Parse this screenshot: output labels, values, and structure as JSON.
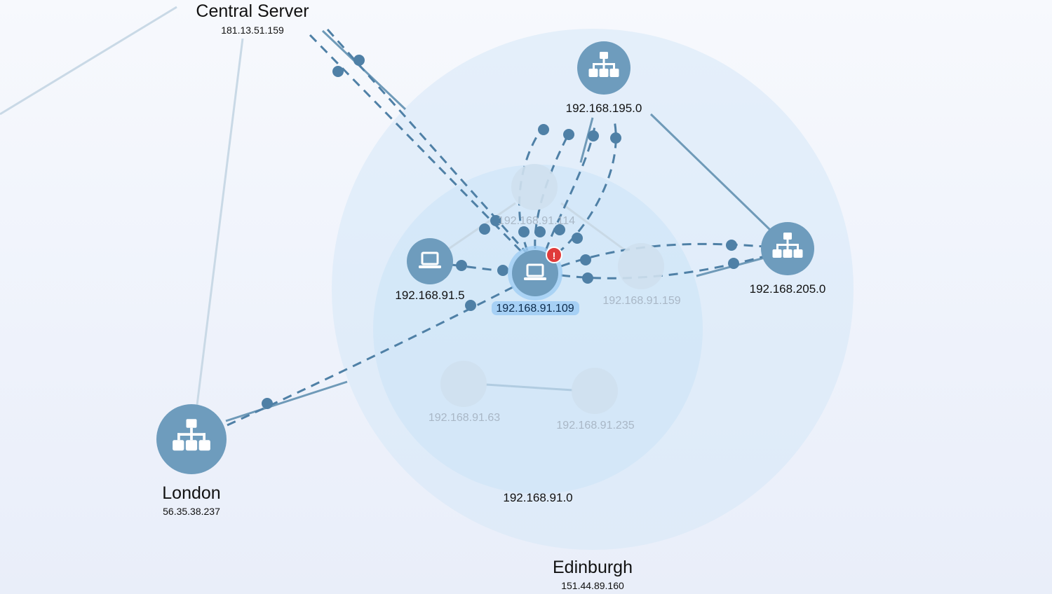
{
  "colors": {
    "node": "#6e9cbd",
    "link": "#4f80a6",
    "group_outer": "#d6e8f8",
    "group_inner": "#cbe3f8",
    "alert": "#e03b3b",
    "selected_label_bg": "#a6d0f5"
  },
  "sites": {
    "central_server": {
      "name": "Central Server",
      "ip": "181.13.51.159"
    },
    "london": {
      "name": "London",
      "ip": "56.35.38.237",
      "icon": "network-hub-icon"
    },
    "edinburgh": {
      "name": "Edinburgh",
      "ip": "151.44.89.160"
    }
  },
  "subnets": {
    "subnet_195": {
      "label": "192.168.195.0",
      "icon": "network-hub-icon"
    },
    "subnet_205": {
      "label": "192.168.205.0",
      "icon": "network-hub-icon"
    },
    "subnet_91": {
      "label": "192.168.91.0"
    }
  },
  "hosts": {
    "h109": {
      "label": "192.168.91.109",
      "icon": "laptop-icon",
      "selected": true,
      "alert": "!"
    },
    "h5": {
      "label": "192.168.91.5",
      "icon": "laptop-icon"
    },
    "h114": {
      "label": "192.168.91.114"
    },
    "h159": {
      "label": "192.168.91.159"
    },
    "h63": {
      "label": "192.168.91.63"
    },
    "h235": {
      "label": "192.168.91.235"
    }
  }
}
